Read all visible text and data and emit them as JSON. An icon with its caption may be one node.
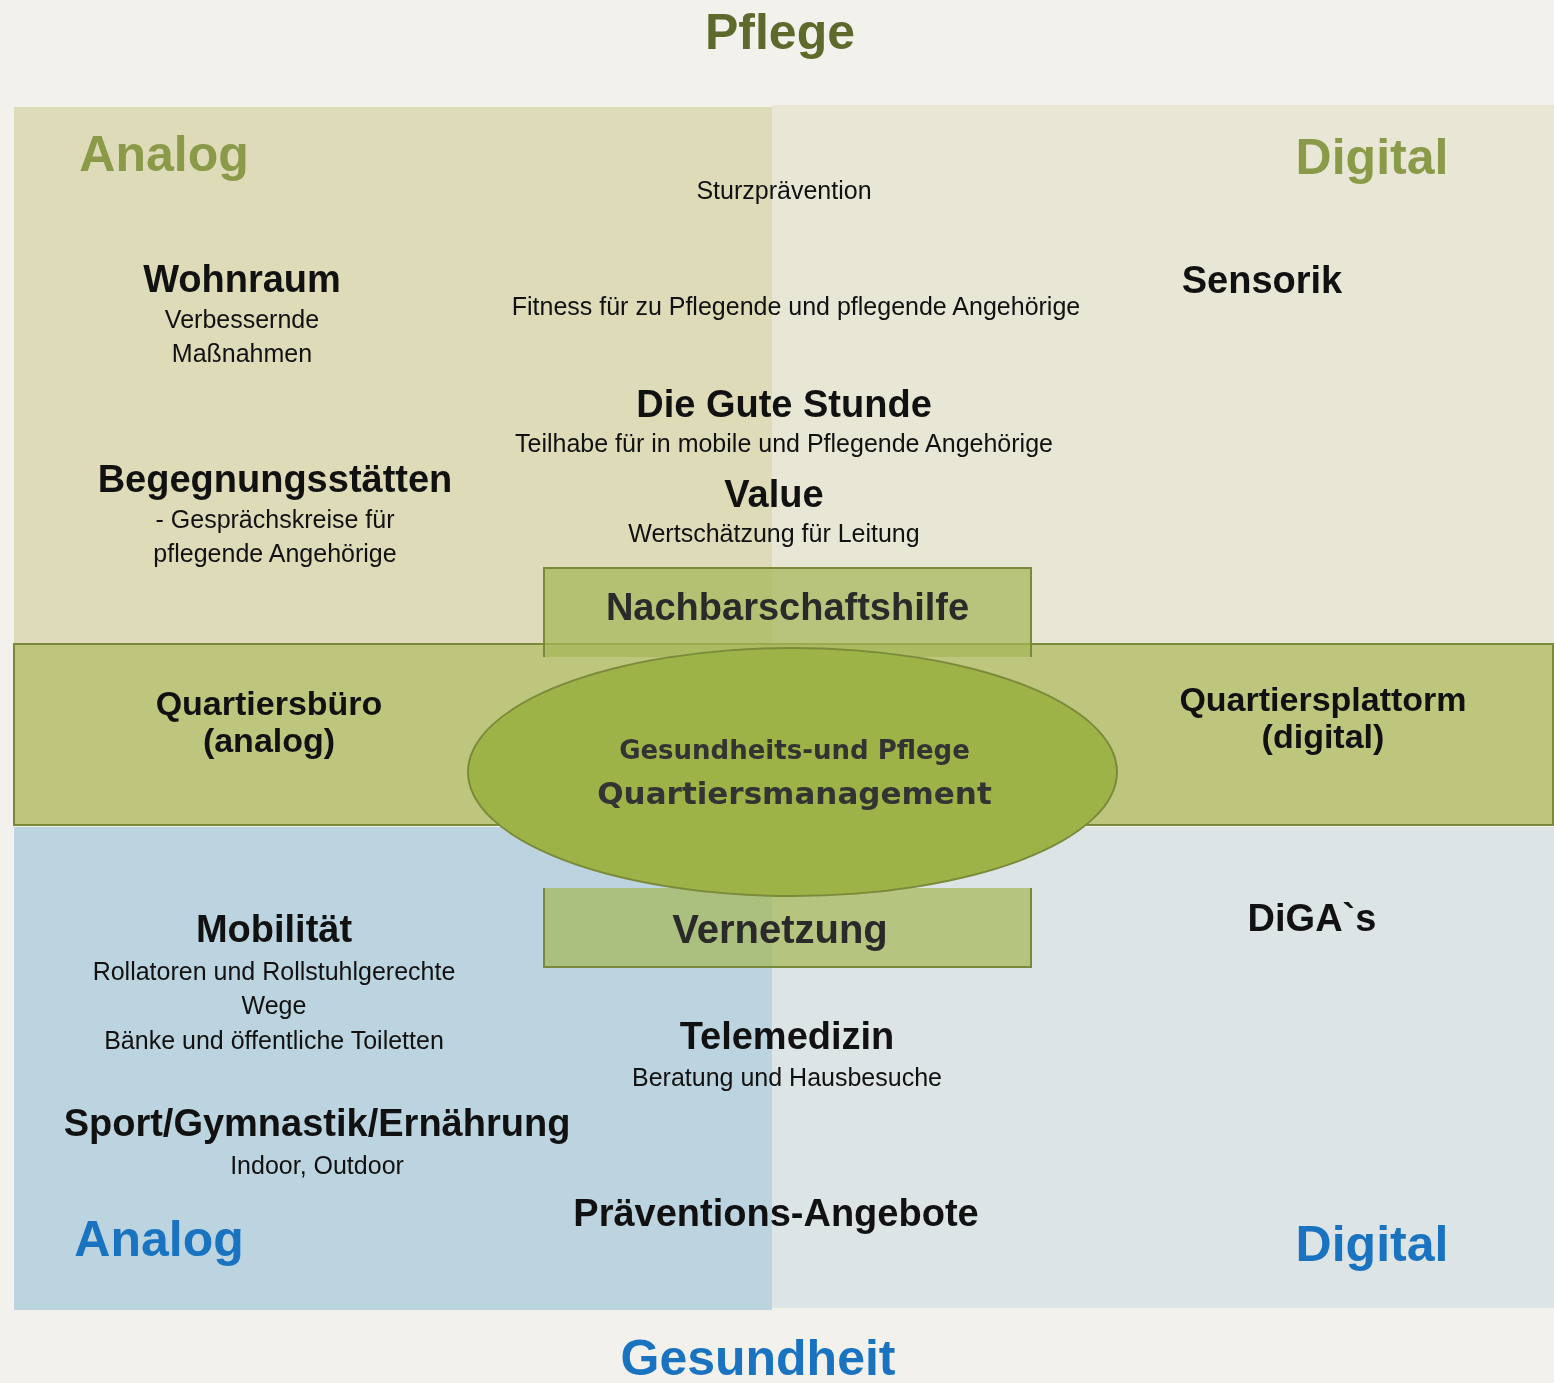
{
  "diagram": {
    "nodes": [
      {
        "text": [
          "Analog"
        ]
      },
      {
        "text": [
          "Digital"
        ]
      },
      {
        "text": [
          "Analog"
        ]
      },
      {
        "text": [
          "Digital"
        ]
      },
      {
        "text": [
          "Quartiersbüro (analog)",
          "Quartiersplattorm (digital)"
        ]
      },
      {
        "text": [
          "Nachbarschaftshilfe"
        ]
      },
      {
        "text": [
          "Vernetzung"
        ]
      },
      {
        "text": [
          "Gesundheits-und Pflege",
          "Quartiersmanagement"
        ]
      }
    ],
    "labels": [
      "Pflege",
      "Sturzprävention",
      "Fitness für zu Pflegende und pflegende Angehörige",
      "Wohnraum",
      "Verbessernde Maßnahmen",
      "Die Gute Stunde",
      "Teilhabe für in mobile und Pflegende Angehörige",
      "Value",
      "Wertschätzung für Leitung",
      "Sensorik",
      "Begegnungsstätten",
      "- Gesprächskreise für pflegende Angehörige",
      "Mobilität",
      "Rollatoren und Rollstuhlgerechte Wege",
      "Bänke und öffentliche Toiletten",
      "DiGA`s",
      "Telemedizin",
      "Beratung und Hausbesuche",
      "Sport/Gymnastik/Ernährung",
      "Indoor, Outdoor",
      "Präventions-Angebote",
      "Gesundheit"
    ]
  }
}
